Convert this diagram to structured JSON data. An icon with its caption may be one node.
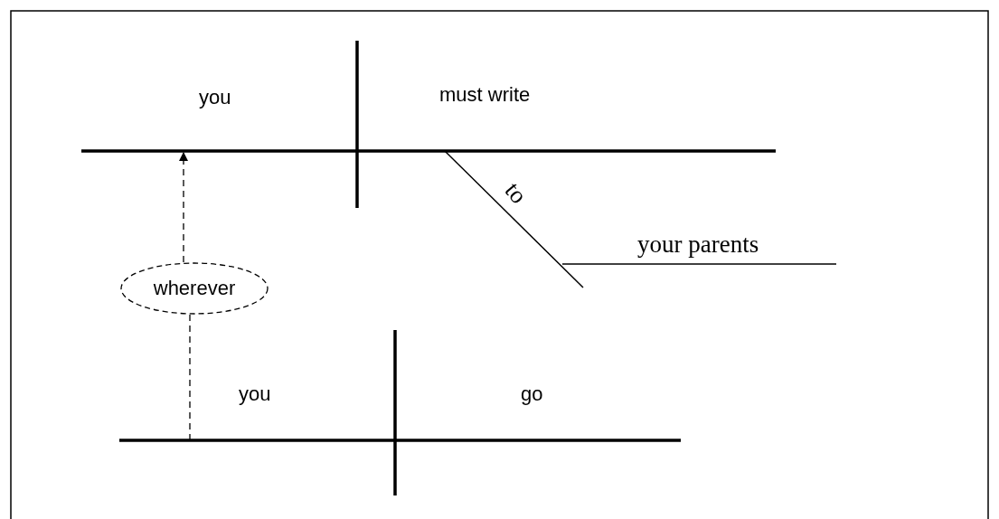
{
  "diagram": {
    "nodes": [
      {
        "text": [
          "you",
          "must write"
        ]
      },
      {
        "text": [
          "to",
          "your parents"
        ]
      },
      {
        "text": [
          "wherever"
        ]
      },
      {
        "text": [
          "you",
          "go"
        ]
      }
    ],
    "edges": [
      {
        "from": 2,
        "to": 0,
        "arrow": "to",
        "style": "dashed"
      },
      {
        "from": 3,
        "to": 2,
        "arrow": "none",
        "style": "dashed"
      }
    ]
  }
}
